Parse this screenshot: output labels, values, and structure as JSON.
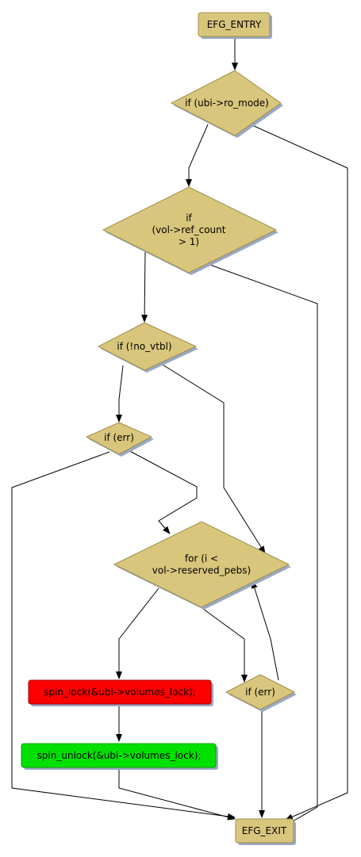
{
  "nodes": {
    "entry": {
      "text": [
        "EFG_ENTRY"
      ],
      "fill": "#d8c67c",
      "shape": "rect"
    },
    "ro_mode": {
      "text": [
        "if (ubi->ro_mode)"
      ],
      "fill": "#d8c67c",
      "shape": "diamond"
    },
    "ref_count": {
      "text": [
        "if",
        "(vol->ref_count",
        "> 1)"
      ],
      "fill": "#d8c67c",
      "shape": "diamond"
    },
    "no_vtbl": {
      "text": [
        "if (!no_vtbl)"
      ],
      "fill": "#d8c67c",
      "shape": "diamond"
    },
    "err1": {
      "text": [
        "if (err)"
      ],
      "fill": "#d8c67c",
      "shape": "diamond"
    },
    "for_loop": {
      "text": [
        "for (i <",
        "vol->reserved_pebs)"
      ],
      "fill": "#d8c67c",
      "shape": "diamond"
    },
    "spin_lock": {
      "text": [
        "spin_lock(&ubi->volumes_lock);"
      ],
      "fill": "#ff0000",
      "shape": "rect"
    },
    "err2": {
      "text": [
        "if (err)"
      ],
      "fill": "#d8c67c",
      "shape": "diamond"
    },
    "spin_unlock": {
      "text": [
        "spin_unlock(&ubi->volumes_lock);"
      ],
      "fill": "#00e000",
      "shape": "rect"
    },
    "exit": {
      "text": [
        "EFG_EXIT"
      ],
      "fill": "#d8c67c",
      "shape": "rect"
    }
  },
  "colors": {
    "node_stroke": "#a08c4a",
    "shadow": "#9aa8c4",
    "edge": "#000000"
  }
}
